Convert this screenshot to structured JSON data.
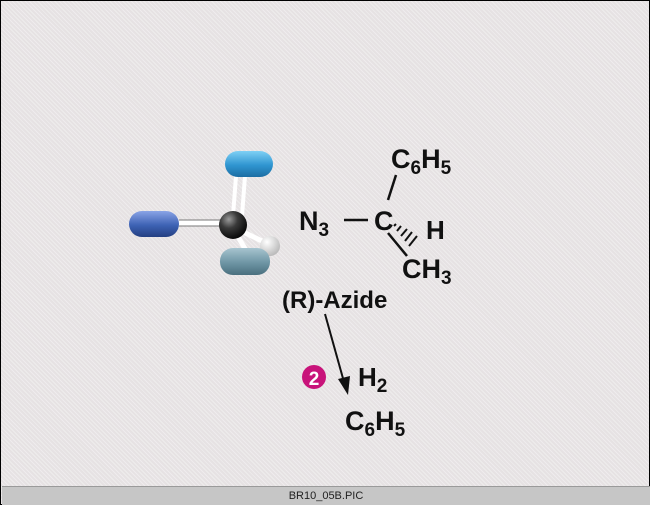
{
  "molecule": {
    "azide_group": {
      "N": "N",
      "sub": "3"
    },
    "carbon": "C",
    "hydrogen": "H",
    "phenyl_top": {
      "C": "C",
      "sub1": "6",
      "H": "H",
      "sub2": "5"
    },
    "methyl": {
      "C": "CH",
      "sub": "3"
    },
    "name": "(R)-Azide"
  },
  "reaction": {
    "step_badge": "2",
    "reagent": {
      "H": "H",
      "sub": "2"
    },
    "product": {
      "C": "C",
      "sub1": "6",
      "H": "H",
      "sub2": "5"
    }
  },
  "footer": {
    "filename": "BR10_05B.PIC"
  },
  "colors": {
    "background": "#e6e2e3",
    "badge": "#c8137a",
    "ball_light_blue": "#3a9fd6",
    "ball_dark_blue": "#3d62b4",
    "ball_grey_blue": "#6e95a4",
    "carbon_atom": "#222222"
  }
}
